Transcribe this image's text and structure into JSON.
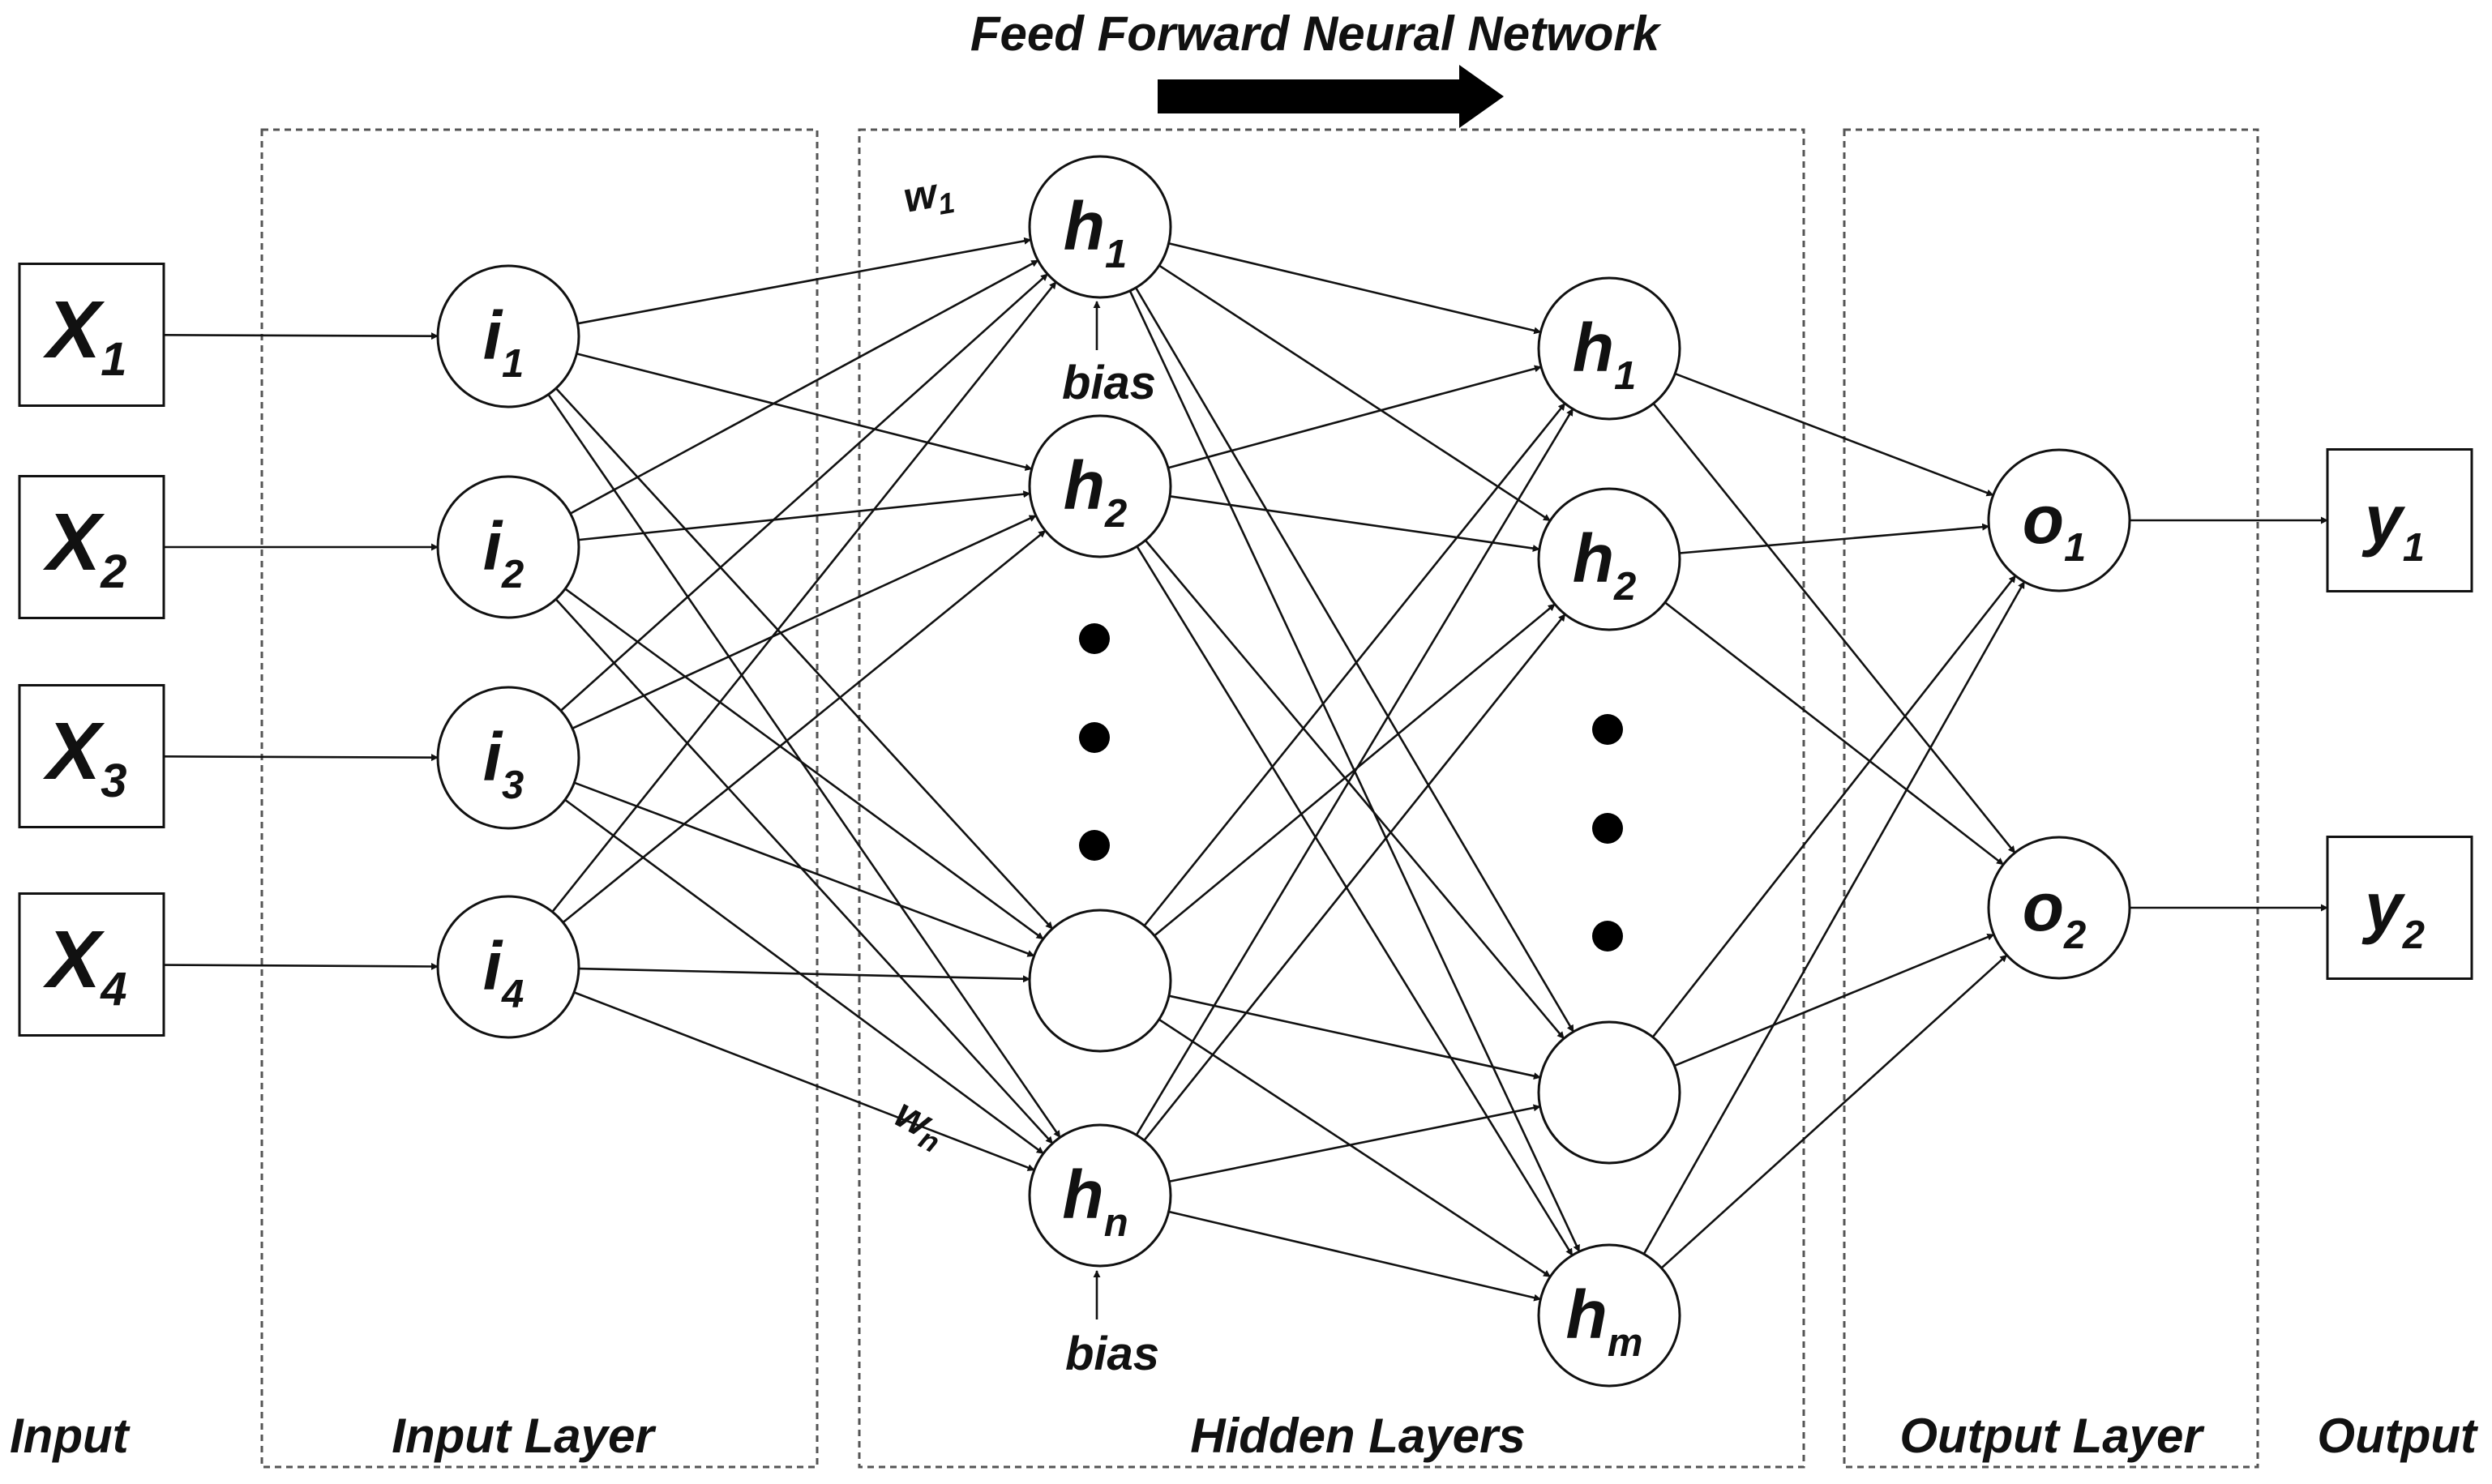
{
  "title": "Feed Forward Neural Network",
  "sections": {
    "input": "Input",
    "input_layer": "Input Layer",
    "hidden_layers": "Hidden Layers",
    "output_layer": "Output Layer",
    "output": "Output"
  },
  "inputs": [
    {
      "id": "x1",
      "base": "X",
      "sub": "1"
    },
    {
      "id": "x2",
      "base": "X",
      "sub": "2"
    },
    {
      "id": "x3",
      "base": "X",
      "sub": "3"
    },
    {
      "id": "x4",
      "base": "X",
      "sub": "4"
    }
  ],
  "input_nodes": [
    {
      "id": "i1",
      "base": "i",
      "sub": "1"
    },
    {
      "id": "i2",
      "base": "i",
      "sub": "2"
    },
    {
      "id": "i3",
      "base": "i",
      "sub": "3"
    },
    {
      "id": "i4",
      "base": "i",
      "sub": "4"
    }
  ],
  "hidden_layer_1": [
    {
      "id": "ha1",
      "base": "h",
      "sub": "1"
    },
    {
      "id": "ha2",
      "base": "h",
      "sub": "2"
    },
    {
      "id": "ha3",
      "base": "",
      "sub": ""
    },
    {
      "id": "han",
      "base": "h",
      "sub": "n"
    }
  ],
  "hidden_layer_2": [
    {
      "id": "hb1",
      "base": "h",
      "sub": "1"
    },
    {
      "id": "hb2",
      "base": "h",
      "sub": "2"
    },
    {
      "id": "hb3",
      "base": "",
      "sub": ""
    },
    {
      "id": "hbm",
      "base": "h",
      "sub": "m"
    }
  ],
  "output_nodes": [
    {
      "id": "o1",
      "base": "o",
      "sub": "1"
    },
    {
      "id": "o2",
      "base": "o",
      "sub": "2"
    }
  ],
  "outputs": [
    {
      "id": "y1",
      "base": "y",
      "sub": "1"
    },
    {
      "id": "y2",
      "base": "y",
      "sub": "2"
    }
  ],
  "bias_label": "bias",
  "weight_labels": {
    "w1": {
      "base": "w",
      "sub": "1"
    },
    "wn": {
      "base": "w",
      "sub": "n"
    }
  },
  "edges": [
    [
      "x1",
      "i1"
    ],
    [
      "x2",
      "i2"
    ],
    [
      "x3",
      "i3"
    ],
    [
      "x4",
      "i4"
    ],
    [
      "i1",
      "ha1"
    ],
    [
      "i1",
      "ha2"
    ],
    [
      "i1",
      "ha3"
    ],
    [
      "i1",
      "han"
    ],
    [
      "i2",
      "ha1"
    ],
    [
      "i2",
      "ha2"
    ],
    [
      "i2",
      "ha3"
    ],
    [
      "i2",
      "han"
    ],
    [
      "i3",
      "ha1"
    ],
    [
      "i3",
      "ha2"
    ],
    [
      "i3",
      "ha3"
    ],
    [
      "i3",
      "han"
    ],
    [
      "i4",
      "ha1"
    ],
    [
      "i4",
      "ha2"
    ],
    [
      "i4",
      "ha3"
    ],
    [
      "i4",
      "han"
    ],
    [
      "ha1",
      "hb1"
    ],
    [
      "ha1",
      "hb2"
    ],
    [
      "ha1",
      "hb3"
    ],
    [
      "ha1",
      "hbm"
    ],
    [
      "ha2",
      "hb1"
    ],
    [
      "ha2",
      "hb2"
    ],
    [
      "ha2",
      "hb3"
    ],
    [
      "ha2",
      "hbm"
    ],
    [
      "ha3",
      "hb1"
    ],
    [
      "ha3",
      "hb2"
    ],
    [
      "ha3",
      "hb3"
    ],
    [
      "ha3",
      "hbm"
    ],
    [
      "han",
      "hb1"
    ],
    [
      "han",
      "hb2"
    ],
    [
      "han",
      "hb3"
    ],
    [
      "han",
      "hbm"
    ],
    [
      "hb1",
      "o1"
    ],
    [
      "hb1",
      "o2"
    ],
    [
      "hb2",
      "o1"
    ],
    [
      "hb2",
      "o2"
    ],
    [
      "hb3",
      "o1"
    ],
    [
      "hb3",
      "o2"
    ],
    [
      "hbm",
      "o1"
    ],
    [
      "hbm",
      "o2"
    ],
    [
      "o1",
      "y1"
    ],
    [
      "o2",
      "y2"
    ]
  ]
}
